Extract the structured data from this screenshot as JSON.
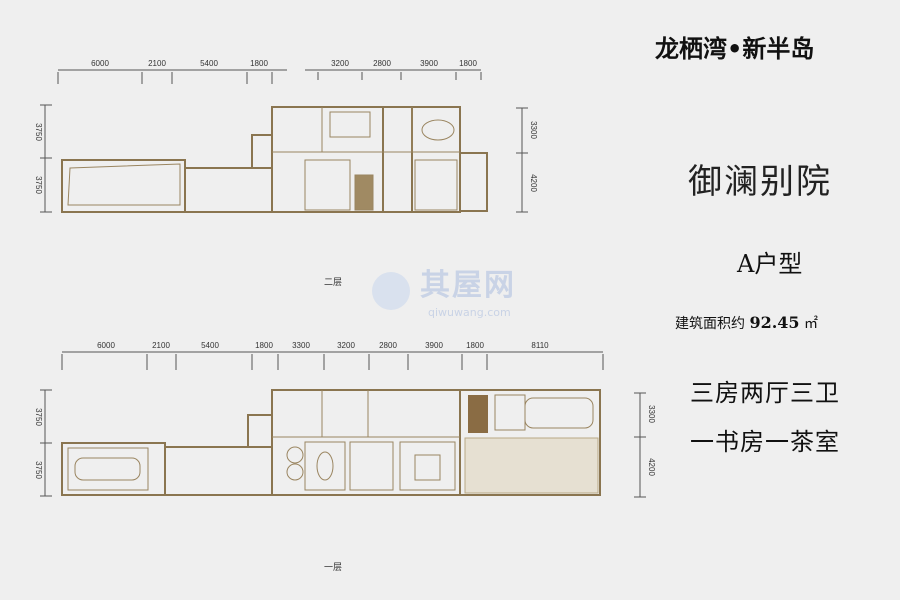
{
  "header": {
    "brand": "龙栖湾•新半岛",
    "project": "御澜别院",
    "unit_type": "A户型",
    "area_label": "建筑面积约",
    "area_value": "92.45",
    "area_unit": "㎡"
  },
  "features": {
    "line1": "三房两厅三卫",
    "line2": "一书房一茶室"
  },
  "watermark": {
    "name": "其屋网",
    "url": "qiwuwang.com"
  },
  "upper_floor": {
    "label": "二层",
    "top_dims_left": [
      "6000",
      "2100",
      "5400",
      "1800"
    ],
    "top_dims_right": [
      "3200",
      "2800",
      "3900",
      "1800"
    ],
    "left_dims": [
      "3750",
      "3750"
    ],
    "right_dims": [
      "3300",
      "4200"
    ]
  },
  "ground_floor": {
    "label": "一层",
    "top_dims": [
      "6000",
      "2100",
      "5400",
      "1800",
      "3300",
      "3200",
      "2800",
      "3900",
      "1800",
      "8110"
    ],
    "left_dims": [
      "3750",
      "3750"
    ],
    "right_dims": [
      "3300",
      "4200"
    ]
  }
}
